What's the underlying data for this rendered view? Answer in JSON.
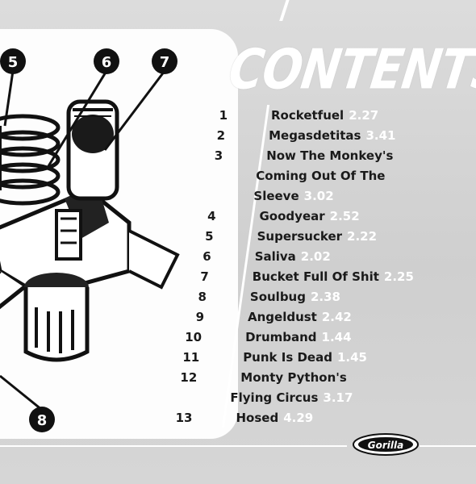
{
  "title": "CONTENTS",
  "tracks": [
    {
      "num": "1",
      "lines": [
        "Rocketfuel"
      ],
      "time": "2.27"
    },
    {
      "num": "2",
      "lines": [
        "Megasdetitas"
      ],
      "time": "3.41"
    },
    {
      "num": "3",
      "lines": [
        "Now The Monkey's",
        "Coming Out Of The",
        "Sleeve"
      ],
      "time": "3.02"
    },
    {
      "num": "4",
      "lines": [
        "Goodyear"
      ],
      "time": "2.52"
    },
    {
      "num": "5",
      "lines": [
        "Supersucker"
      ],
      "time": "2.22"
    },
    {
      "num": "6",
      "lines": [
        "Saliva"
      ],
      "time": "2.02"
    },
    {
      "num": "7",
      "lines": [
        "Bucket Full Of Shit"
      ],
      "time": "2.25"
    },
    {
      "num": "8",
      "lines": [
        "Soulbug"
      ],
      "time": "2.38"
    },
    {
      "num": "9",
      "lines": [
        "Angeldust"
      ],
      "time": "2.42"
    },
    {
      "num": "10",
      "lines": [
        "Drumband"
      ],
      "time": "1.44"
    },
    {
      "num": "11",
      "lines": [
        "Punk Is Dead"
      ],
      "time": "1.45"
    },
    {
      "num": "12",
      "lines": [
        "Monty Python's",
        "Flying Circus"
      ],
      "time": "3.17"
    },
    {
      "num": "13",
      "lines": [
        "Hosed"
      ],
      "time": "4.29"
    }
  ],
  "callouts": [
    "5",
    "6",
    "7",
    "8"
  ],
  "label": "Gorilla"
}
